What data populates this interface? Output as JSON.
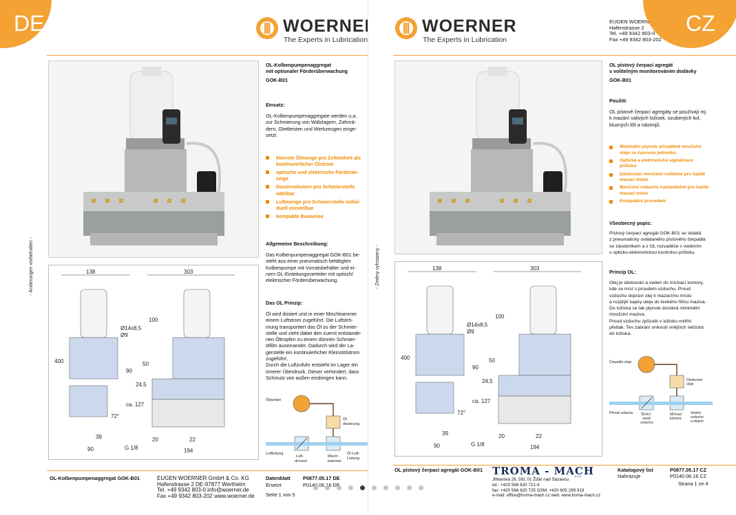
{
  "de": {
    "lang": "DE",
    "brand": {
      "name": "WOERNER",
      "tagline": "The Experts in Lubrication"
    },
    "title_lines": [
      "OL-Kolbenpumpenaggregat",
      "mit optionaler Förderüberwachung"
    ],
    "model": "GOK-B01",
    "einsatz_heading": "Einsatz:",
    "einsatz_text": [
      "OL-Kolbenpumpenaggregate werden u.a.",
      "zur Schmierung von Wälzlagern, Zahnrä-",
      "dern, Gleitleisten und Werkzeugen einge-",
      "setzt."
    ],
    "bullets": [
      [
        "kleinste Ölmenge pro Zeiteinheit als",
        "kontinuierlicher Ölstrom"
      ],
      [
        "optische und elektrische Förderan-",
        "zeige"
      ],
      [
        "Dosiervolumen pro Schmierstelle",
        "wählbar"
      ],
      [
        "Luftmenge pro Schmierstelle indivi-",
        "duell einstellbar"
      ],
      [
        "kompakte Bauweise"
      ]
    ],
    "allg_heading": "Allgemeine Beschreibung:",
    "allg_text": [
      "Das Kolbenpumpenaggregat GOK-B01 be-",
      "steht aus einer pneumatisch betätigten",
      "Kolbenpumpe mit Vorratsbehälter und ei-",
      "nem OL-Einleitungsverteiler mit optisch/",
      "elektrischer Förderüberwachung."
    ],
    "prinzip_heading": "Das OL Prinzip:",
    "prinzip_text": [
      "Öl wird dosiert und in einer Mischkammer",
      "einem Luftstrom zugeführt. Die Luftströ-",
      "mung transportiert das Öl zu der Schmier-",
      "stelle und zieht dabei den zuerst entstande-",
      "nen Öltropfen zu einem dünnen Schmier-",
      "ölfilm auseinander. Dadurch wird der La-",
      "gerstelle ein kontinuierlicher Kleinstölstrom",
      "zugeführt.",
      "Durch die Luftzufuhr entsteht im Lager ein",
      "innerer Überdruck. Dieser verhindert, dass",
      "Schmutz von außen eindringen kann."
    ],
    "side_note": "- Änderungen vorbehalten -",
    "schematic": {
      "pump": "Ölpumpe",
      "dosing": [
        "Öl-",
        "dosierung"
      ],
      "air_line": "Luftleitung",
      "throttle": [
        "Luft-",
        "drossel"
      ],
      "mix": [
        "Misch-",
        "kammer"
      ],
      "oil_air": [
        "Öl-Luft-",
        "Leitung"
      ]
    },
    "footer": {
      "product": "OL-Kolbenpumpenaggregat  GOK-B01",
      "company": [
        "EUGEN WOERNER GmbH & Co. KG",
        "Hafenstrasse 2    DE-97877 Wertheim",
        "Tel. +49 9342 803-0       info@woerner.de",
        "Fax +49 9342 803-202    www.woerner.de"
      ],
      "sheet_label": "Datenblatt",
      "sheet_value": "P0877.05.17 DE",
      "replaces_label": "Ersetzt",
      "replaces_value": "P0140.06.16 DE",
      "page": "Seite 1 von 5"
    }
  },
  "cz": {
    "lang": "CZ",
    "brand": {
      "name": "WOERNER",
      "tagline": "The Experts in Lubrication"
    },
    "header_address": [
      "EUGEN WOERNER",
      "Hafenstrasse 2",
      "Tel. +49 9342 803-0",
      "Fax +49 9342 803-202"
    ],
    "title_lines": [
      "OL pístový čerpací agregát",
      "s volitelným monitorováním dodávky"
    ],
    "model": "GOK-B01",
    "pouziti_heading": "Použití:",
    "pouziti_text": [
      "OL pístové čerpací agregáty se používají mj.",
      "k mazání valivých ložisek, ozubených kol,",
      "kluzných lišt a nástrojů."
    ],
    "bullets": [
      [
        "Minimální plynule přiváděné množství",
        "oleje za časovou jednotku."
      ],
      [
        "Optická a elektronická signalizace",
        "průtoku"
      ],
      [
        "Dávkovací množství volitelné pro každé",
        "mazací místo"
      ],
      [
        "Množství vzduchu nastavitelné pro každé",
        "mazací místo"
      ],
      [
        "Kompaktní provedení"
      ]
    ],
    "vseob_heading": "Všeobecný popis:",
    "vseob_text": [
      "Pístový čerpací agregát GOK-B01 se skládá",
      "z pneumaticky ovládaného pístového čerpadla",
      "se zásobníkem a z OL rozvaděče s vedením",
      "s opticko-elektronickou kontrolou průtoku."
    ],
    "princip_heading": "Princip OL:",
    "princip_text": [
      "Olej je dávkován a veden do míchací komory,",
      "kde se mísí s proudem vzduchu. Proud",
      "vzduchu dopraví olej k mazacímu místu",
      "a rozptýlí kapky oleje do tenkého filmu maziva.",
      "Do ložiska se tak plynule dostává minimální",
      "množství maziva.",
      "Proud vzduchu způsobí v ložisku vnitřní",
      "přetlak. Ten zabrání vniknutí vnějších nečistot",
      "do ložiska."
    ],
    "side_note": "- Změny vyhrazeny -",
    "schematic": {
      "pump": "Čerpadlo oleje",
      "dosing": [
        "Dávkování",
        "oleje"
      ],
      "air_line": "Přívod vzduchu",
      "throttle": [
        "Škrtící",
        "ventil",
        "vzduchu"
      ],
      "mix": [
        "Míchací",
        "komora"
      ],
      "oil_air": [
        "Vedení",
        "vzduchu",
        "a olejem"
      ]
    },
    "footer": {
      "product": "OL pístový čerpací agregát   GOK-B01",
      "troma_logo": "TROMA - MACH",
      "troma_sub": "s.r.o.",
      "company": [
        "Jihlavská 26, 591 01 Žďár nad Sázavou",
        "tel.: +420 566 620 721-4",
        "fax: +420 566 620 725 GSM: +420 605 299 919",
        "e-mail: office@troma-mach.cz web: www.troma-mach.cz"
      ],
      "sheet_label": "Katalogový list",
      "sheet_value": "P0877.05.17 CZ",
      "replaces_label": "Nahrazuje",
      "replaces_value": "P0140.06.16 CZ",
      "page": "Strana 1 ze 4"
    }
  },
  "drawing_dims": {
    "w_left": "138",
    "w_right": "303",
    "d_side": "100",
    "bore1": "Ø14x8,5",
    "bore2": "Ø9",
    "h_total": "400",
    "h90": "90",
    "h245": "24,5",
    "h50": "50",
    "ca127": "ca. 127",
    "angle": "72°",
    "d39": "39",
    "d90": "90",
    "thread": "G 1/8",
    "d20": "20",
    "d22": "22",
    "d194": "194"
  },
  "pagination": {
    "count": 10,
    "active_index": 4
  },
  "colors": {
    "accent": "#f3a233",
    "bullet": "#f08a00",
    "tube": "#9fd0ef",
    "box": "#f7dca8"
  },
  "icons": {
    "logo": "woerner-gear-icon",
    "photo": "pump-unit-photo",
    "drawing": "technical-drawing"
  }
}
